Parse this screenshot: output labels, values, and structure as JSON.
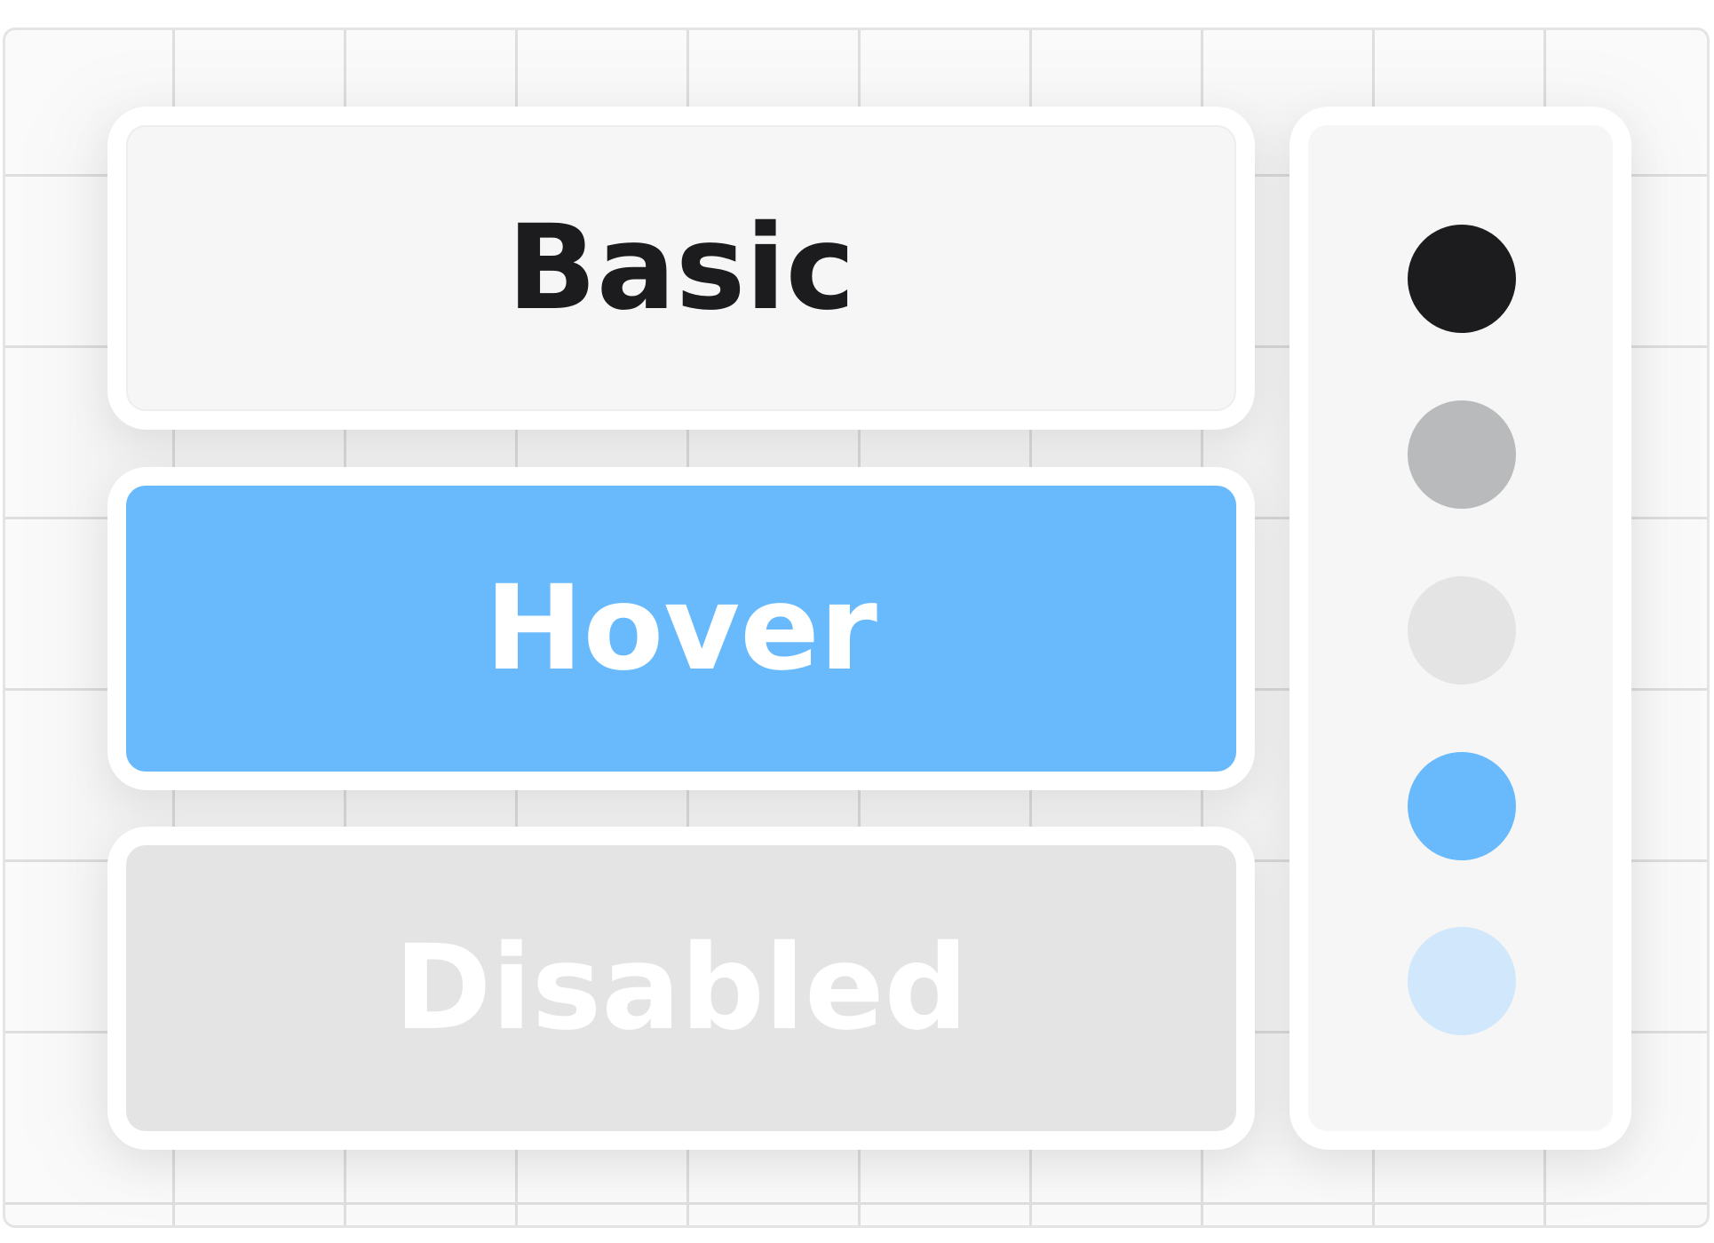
{
  "buttons": {
    "basic": {
      "label": "Basic",
      "bg": "#f5f6f5",
      "fg": "#1c1c1f",
      "state": "default"
    },
    "hover": {
      "label": "Hover",
      "bg": "#69bafd",
      "fg": "#ffffff",
      "state": "hover"
    },
    "disabled": {
      "label": "Disabled",
      "bg": "#e4e4e4",
      "fg": "#ffffff",
      "state": "disabled"
    }
  },
  "palette": {
    "swatches": [
      {
        "name": "black",
        "color": "#1c1c1f"
      },
      {
        "name": "gray",
        "color": "#b9babb"
      },
      {
        "name": "light-gray",
        "color": "#e4e4e4"
      },
      {
        "name": "blue",
        "color": "#69bafd"
      },
      {
        "name": "light-blue",
        "color": "#d1e7fc"
      }
    ]
  },
  "background": {
    "grid_color": "#dedede",
    "base_color": "#fafafa"
  }
}
